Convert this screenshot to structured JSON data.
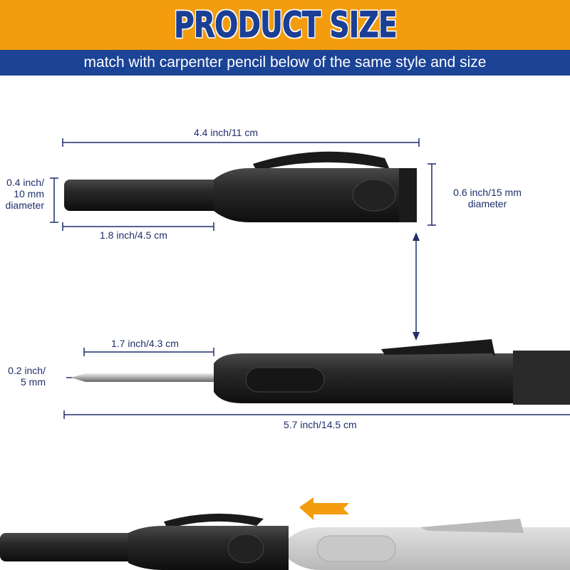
{
  "header": {
    "title": "PRODUCT SIZE",
    "subtitle": "match with carpenter pencil below of the same style and size"
  },
  "dimensions": {
    "cap_length": "4.4 inch/11 cm",
    "cap_tip_length": "1.8 inch/4.5 cm",
    "cap_tip_diameter": [
      "0.4 inch/",
      "10 mm",
      "diameter"
    ],
    "cap_diameter": [
      "0.6 inch/15 mm",
      "diameter"
    ],
    "lead_length": "1.7 inch/4.3 cm",
    "lead_diameter": [
      "0.2 inch/",
      "5 mm"
    ],
    "pencil_length": "5.7 inch/14.5 cm"
  },
  "colors": {
    "banner": "#f39c0d",
    "subbar": "#1b4396",
    "dimension_line": "#1f2f6b",
    "arrow": "#f39c0d"
  }
}
